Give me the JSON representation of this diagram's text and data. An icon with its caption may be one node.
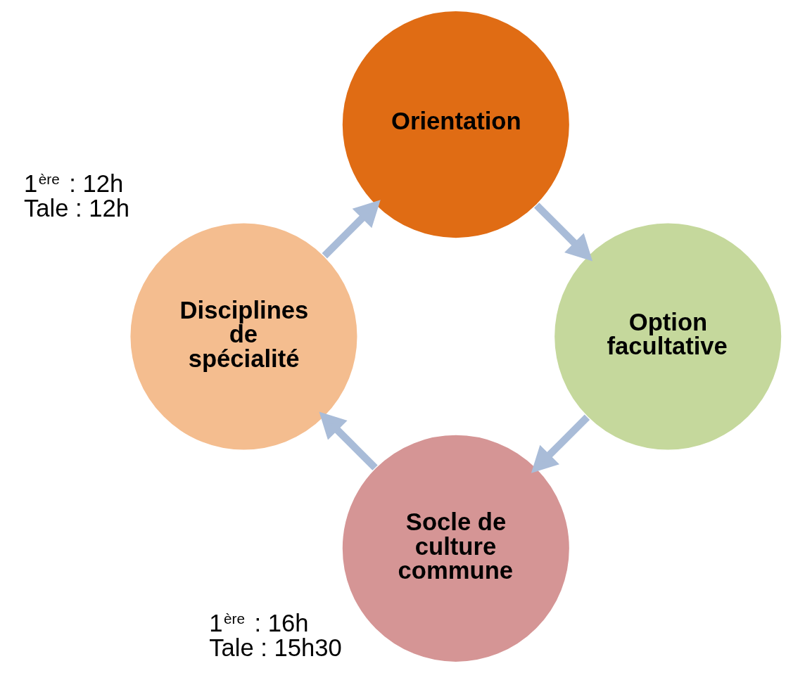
{
  "diagram": {
    "nodes": [
      {
        "text": [
          "Socle de culture commune"
        ],
        "beside": [
          "1$^{ère}$ : 16h",
          "Tale : 15h30"
        ]
      },
      {
        "text": [
          "Disciplines de spécialité"
        ],
        "beside": [
          "1$^{ère}$ : 12h",
          "Tale : 12h"
        ]
      },
      {
        "text": [
          "Orientation"
        ]
      },
      {
        "text": [
          "Option facultative"
        ]
      }
    ],
    "edges": [
      {
        "from": 0,
        "to": 1,
        "arrow": "to"
      },
      {
        "from": 1,
        "to": 2,
        "arrow": "to"
      },
      {
        "from": 2,
        "to": 3,
        "arrow": "to"
      },
      {
        "from": 3,
        "to": 0,
        "arrow": "to"
      }
    ]
  }
}
